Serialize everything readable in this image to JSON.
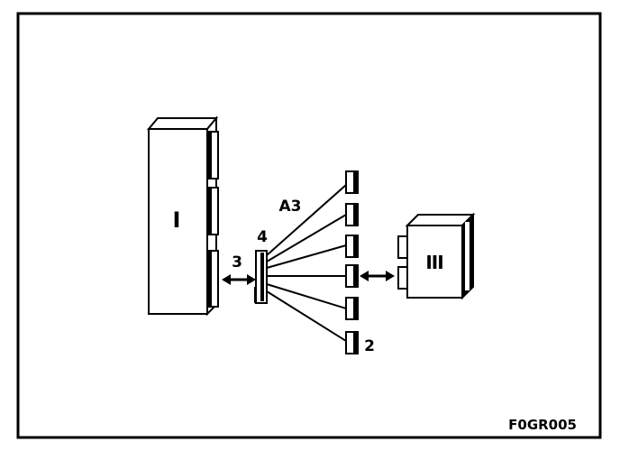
{
  "diagram": {
    "reference_code": "F0GR005",
    "labels": {
      "unit_i": "I",
      "unit_iii": "III",
      "harness": "A3",
      "connector": "4",
      "link_arrow": "3",
      "plug": "2"
    },
    "colors": {
      "ink": "#000000",
      "background": "#ffffff",
      "frame_fill": "#ffffff"
    }
  }
}
